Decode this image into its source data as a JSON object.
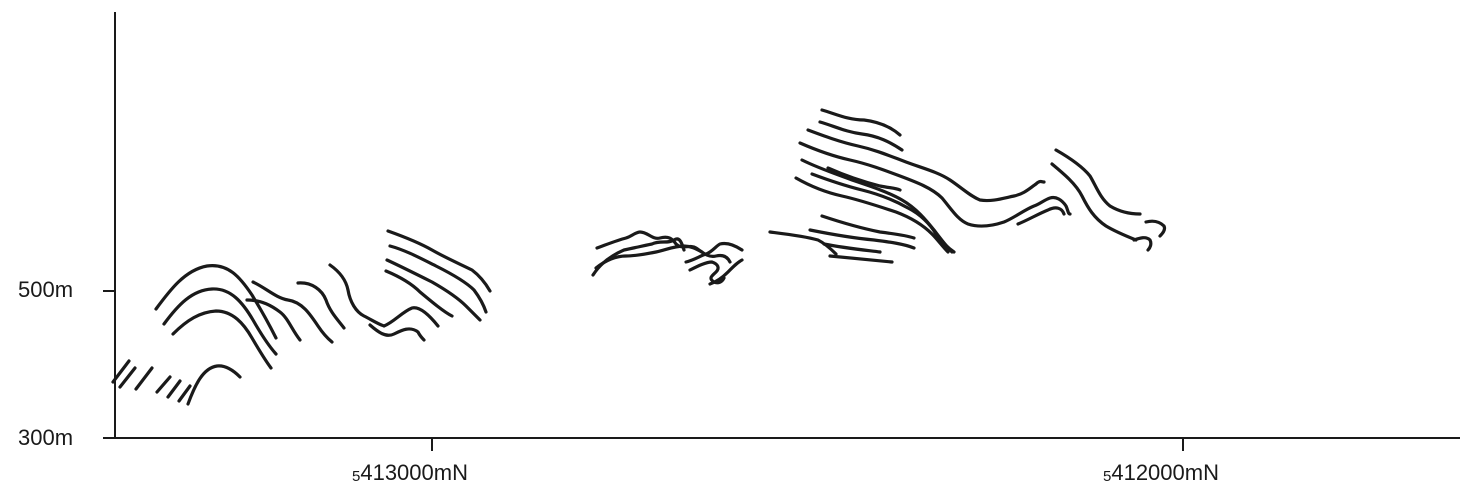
{
  "section": {
    "y_axis": {
      "ticks": [
        {
          "label": "500m",
          "value_m": 500
        },
        {
          "label": "300m",
          "value_m": 300
        }
      ]
    },
    "x_axis": {
      "ticks": [
        {
          "prefix": "5",
          "label": "413000mN",
          "value_mN": 5413000
        },
        {
          "prefix": "5",
          "label": "412000mN",
          "value_mN": 5412000
        }
      ]
    }
  },
  "colors": {
    "ink": "#1a1a1a",
    "background": "#ffffff"
  }
}
